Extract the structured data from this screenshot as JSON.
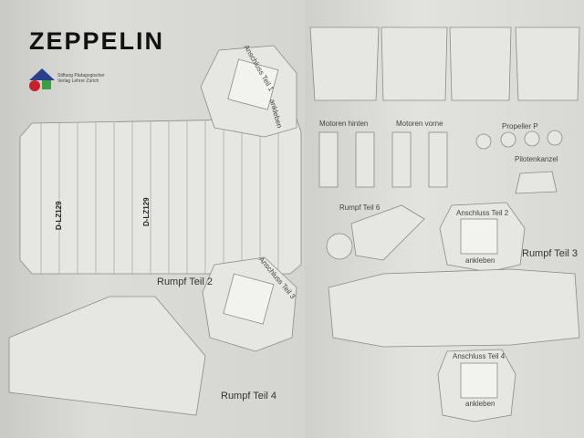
{
  "title": "ZEPPELIN",
  "logo": {
    "text": "Stiftung Pädagogischer Verlag Lehrer Zürich",
    "colors": [
      "#2b3f8a",
      "#c8202a",
      "#3aa043"
    ]
  },
  "labels": {
    "anschluss1": "Anschluss Teil 1",
    "anschluss2": "Anschluss Teil 2",
    "anschluss3": "Anschluss Teil 3",
    "anschluss4": "Anschluss Teil 4",
    "ankleben": "ankleben",
    "rumpf2": "Rumpf Teil 2",
    "rumpf3": "Rumpf Teil 3",
    "rumpf4": "Rumpf Teil 4",
    "rumpf6": "Rumpf Teil 6",
    "motoren_hinten": "Motoren hinten",
    "motoren_vorne": "Motoren vorne",
    "propeller": "Propeller P",
    "pilotenkanzel": "Pilotenkanzel",
    "registration1": "D-LZ129",
    "registration2": "D-LZ129"
  }
}
